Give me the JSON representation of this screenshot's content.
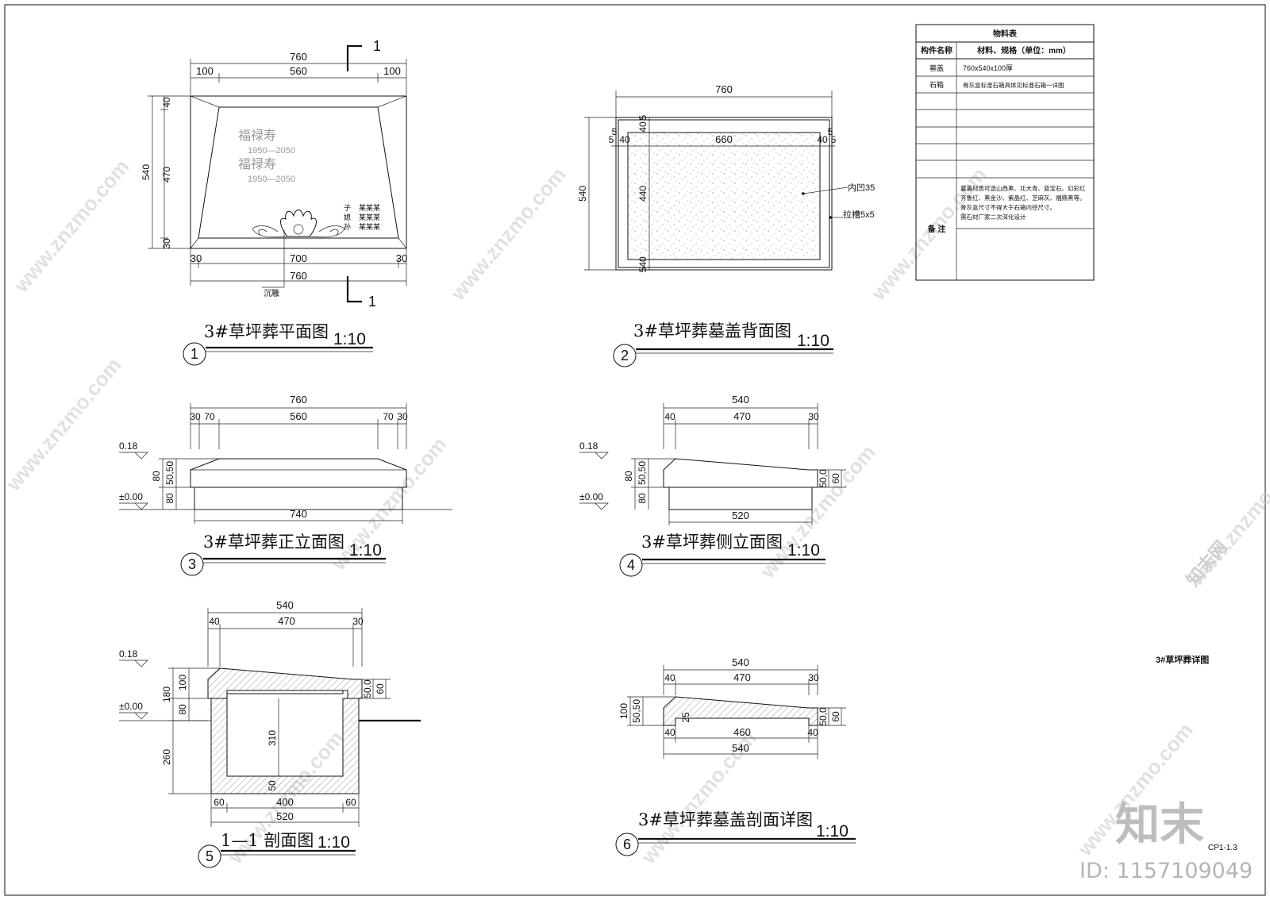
{
  "views": [
    {
      "id": "1",
      "title": "3#草坪葬平面图",
      "scale": "1:10"
    },
    {
      "id": "2",
      "title": "3#草坪葬墓盖背面图",
      "scale": "1:10"
    },
    {
      "id": "3",
      "title": "3#草坪葬正立面图",
      "scale": "1:10"
    },
    {
      "id": "4",
      "title": "3#草坪葬侧立面图",
      "scale": "1:10"
    },
    {
      "id": "5",
      "title": "1—1 剖面图",
      "scale": "1:10"
    },
    {
      "id": "6",
      "title": "3#草坪葬墓盖剖面详图",
      "scale": "1:10"
    }
  ],
  "plan": {
    "section_mark": "1",
    "inscription_name": "福禄寿",
    "inscription_years": "1950—2050",
    "small_text": [
      "子",
      "媳",
      "孙"
    ],
    "small_names": "某某某",
    "engrave_label": "沉雕",
    "dims": {
      "top_total": "760",
      "top_left": "100",
      "top_mid": "560",
      "top_right": "100",
      "left_total": "540",
      "left_top": "40",
      "left_mid": "470",
      "left_bot": "30",
      "bot_left": "30",
      "bot_mid": "700",
      "bot_right": "30",
      "bot_total": "760"
    }
  },
  "back": {
    "dims": {
      "top": "760",
      "inner": "660",
      "left_total": "540",
      "left_mid": "440",
      "a5": "5",
      "a40": "40",
      "b5": "5",
      "b40": "40"
    },
    "label_recess": "内凹35",
    "label_groove": "拉槽5x5"
  },
  "front": {
    "dims": {
      "top_total": "760",
      "p30": "30",
      "p70": "70",
      "mid": "560",
      "base": "740",
      "v5050": "50,50",
      "v80a": "80",
      "v80b": "80"
    },
    "level_top": "0.18",
    "level_zero": "±0.00"
  },
  "side": {
    "dims": {
      "top_total": "540",
      "p40": "40",
      "mid": "470",
      "p30": "30",
      "base": "520",
      "v5050": "50,50",
      "v80a": "80",
      "v80b": "80",
      "r500": "50,0",
      "r60": "60"
    },
    "level_top": "0.18",
    "level_zero": "±0.00"
  },
  "section": {
    "dims": {
      "top_total": "540",
      "p40": "40",
      "mid": "470",
      "p30": "30",
      "h100": "100",
      "h180": "180",
      "h80": "80",
      "h260": "260",
      "h310": "310",
      "h50": "50",
      "b60a": "60",
      "b400": "400",
      "b60b": "60",
      "b520": "520",
      "r500": "50,0",
      "r60": "60"
    },
    "level_top": "0.18",
    "level_zero": "±0.00"
  },
  "cover": {
    "dims": {
      "top_total": "540",
      "p40": "40",
      "mid": "470",
      "p30": "30",
      "v100": "100",
      "v5050": "50,50",
      "v25": "25",
      "b40a": "40",
      "b460": "460",
      "b40b": "40",
      "b540": "540",
      "r500": "50,0",
      "r60": "60"
    }
  },
  "material_table": {
    "title": "物料表",
    "col1": "构件名称",
    "col2": "材料、规格（单位：mm）",
    "rows": [
      {
        "name": "墓盖",
        "spec": "760x540x100厚"
      },
      {
        "name": "石箱",
        "spec": "骨灰盒标准石箱具体见标准石箱一详图"
      },
      {
        "name": "",
        "spec": ""
      },
      {
        "name": "",
        "spec": ""
      },
      {
        "name": "",
        "spec": ""
      },
      {
        "name": "",
        "spec": ""
      }
    ],
    "remark_label": "备  注",
    "remarks": [
      "墓盖材质可选山西黑、北大青、蓝宝石、幻彩红",
      "齐鲁红、黑金沙、紫晶红、芝麻灰、福鼎黑等。",
      "骨灰盒尺寸不得大于石箱内径尺寸。",
      "需石材厂家二次深化设计"
    ]
  },
  "sheet_title": "3#草坪葬详图",
  "drawing_no": "CP1-1.3",
  "watermark": "www.znzmo.com",
  "watermark_brand": "知末网",
  "logo": "知末",
  "id_label": "ID: 1157109049"
}
